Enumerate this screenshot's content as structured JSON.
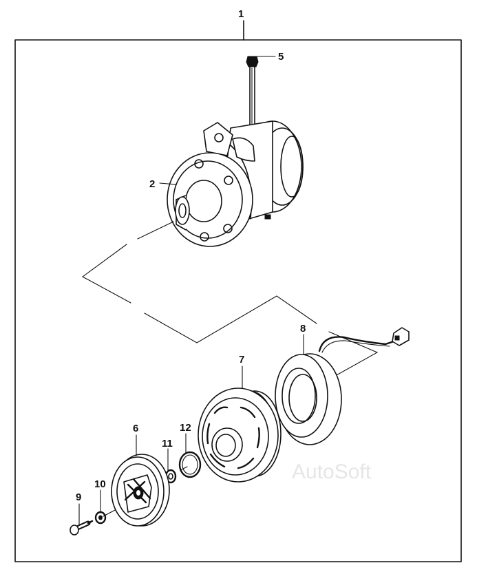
{
  "diagram": {
    "callouts": [
      {
        "id": "c1",
        "label": "1"
      },
      {
        "id": "c2",
        "label": "2"
      },
      {
        "id": "c5",
        "label": "5"
      },
      {
        "id": "c6",
        "label": "6"
      },
      {
        "id": "c7",
        "label": "7"
      },
      {
        "id": "c8",
        "label": "8"
      },
      {
        "id": "c9",
        "label": "9"
      },
      {
        "id": "c10",
        "label": "10"
      },
      {
        "id": "c11",
        "label": "11"
      },
      {
        "id": "c12",
        "label": "12"
      }
    ],
    "watermark": "AutoSoft"
  },
  "colors": {
    "line": "#111111",
    "background": "#ffffff",
    "watermark": "#e6e6e6"
  }
}
